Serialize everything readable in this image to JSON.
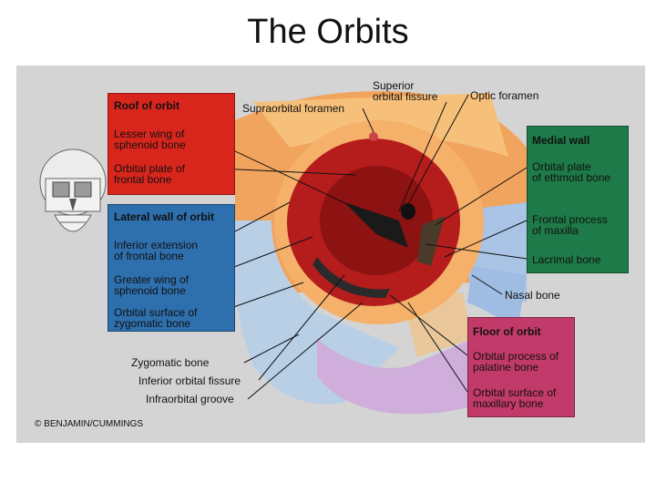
{
  "title": "The Orbits",
  "colors": {
    "figure_bg": "#d4d4d4",
    "roof_box": "#d9261c",
    "lateral_box": "#2e6fad",
    "medial_box": "#1e7a48",
    "floor_box": "#c23a6a",
    "orbit_red": "#b51c1c",
    "bone_blue": "#b9cfe6",
    "bone_orange": "#f1a45e"
  },
  "roof": {
    "heading": "Roof of orbit",
    "items": [
      "Lesser wing of\nsphenoid bone",
      "Orbital plate of\nfrontal bone"
    ]
  },
  "lateral": {
    "heading": "Lateral wall of orbit",
    "items": [
      "Inferior extension\nof frontal bone",
      "Greater wing of\nsphenoid bone",
      "Orbital surface of\nzygomatic bone"
    ]
  },
  "medial": {
    "heading": "Medial wall",
    "items": [
      "Orbital plate\nof ethmoid bone",
      "Frontal process\nof maxilla",
      "Lacrimal bone"
    ]
  },
  "floor": {
    "heading": "Floor of orbit",
    "items": [
      "Orbital process of\npalatine bone",
      "Orbital surface of\nmaxillary bone"
    ]
  },
  "labels": {
    "supraorbital_foramen": "Supraorbital foramen",
    "superior_orbital_fissure": "Superior\norbital fissure",
    "optic_foramen": "Optic foramen",
    "nasal_bone": "Nasal bone",
    "zygomatic_bone": "Zygomatic bone",
    "inferior_orbital_fissure": "Inferior orbital fissure",
    "infraorbital_groove": "Infraorbital groove"
  },
  "copyright": "© BENJAMIN/CUMMINGS"
}
